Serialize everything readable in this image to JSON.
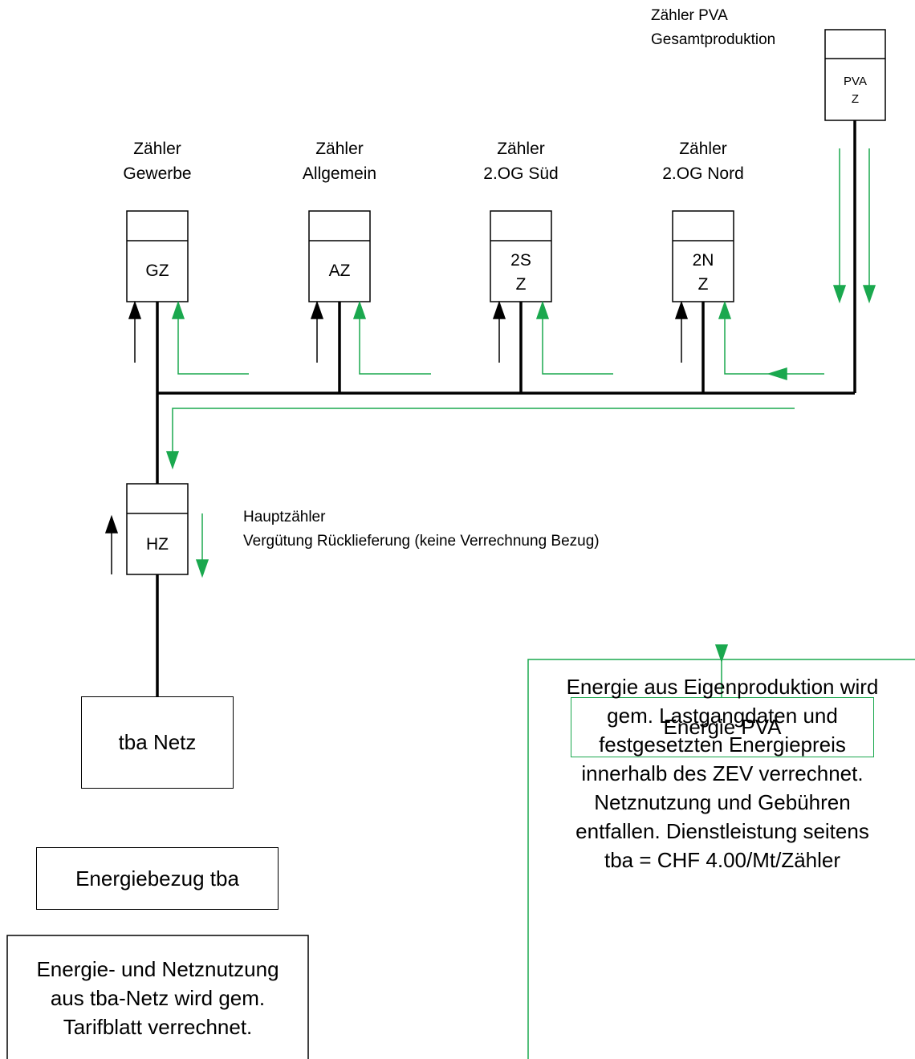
{
  "meters": {
    "pva": {
      "title_line1": "Zähler PVA",
      "title_line2": "Gesamtproduktion",
      "code_line1": "PVA",
      "code_line2": "Z"
    },
    "gewerbe": {
      "title_line1": "Zähler",
      "title_line2": "Gewerbe",
      "code_line1": "GZ",
      "code_line2": ""
    },
    "allgemein": {
      "title_line1": "Zähler",
      "title_line2": "Allgemein",
      "code_line1": "AZ",
      "code_line2": ""
    },
    "sued": {
      "title_line1": "Zähler",
      "title_line2": "2.OG Süd",
      "code_line1": "2S",
      "code_line2": "Z"
    },
    "nord": {
      "title_line1": "Zähler",
      "title_line2": "2.OG Nord",
      "code_line1": "2N",
      "code_line2": "Z"
    },
    "haupt": {
      "code": "HZ",
      "title_line1": "Hauptzähler",
      "title_line2": "Vergütung Rücklieferung (keine Verrechnung Bezug)"
    }
  },
  "boxes": {
    "tba_netz": "tba Netz",
    "energiebezug": "Energiebezug tba",
    "energie_pva": "Energie PVA"
  },
  "notes": {
    "grid_note": [
      "Energie- und Netznutzung",
      "aus tba-Netz wird  gem.",
      "Tarifblatt verrechnet."
    ],
    "pva_note": [
      "Energie aus Eigenproduktion wird",
      "gem. Lastgangdaten und",
      "festgesetzten Energiepreis",
      "innerhalb des ZEV verrechnet.",
      "Netznutzung und Gebühren",
      "entfallen. Dienstleistung seitens",
      "tba = CHF 4.00/Mt/Zähler"
    ]
  },
  "colors": {
    "line": "#000000",
    "pv_flow": "#1aa84e"
  }
}
